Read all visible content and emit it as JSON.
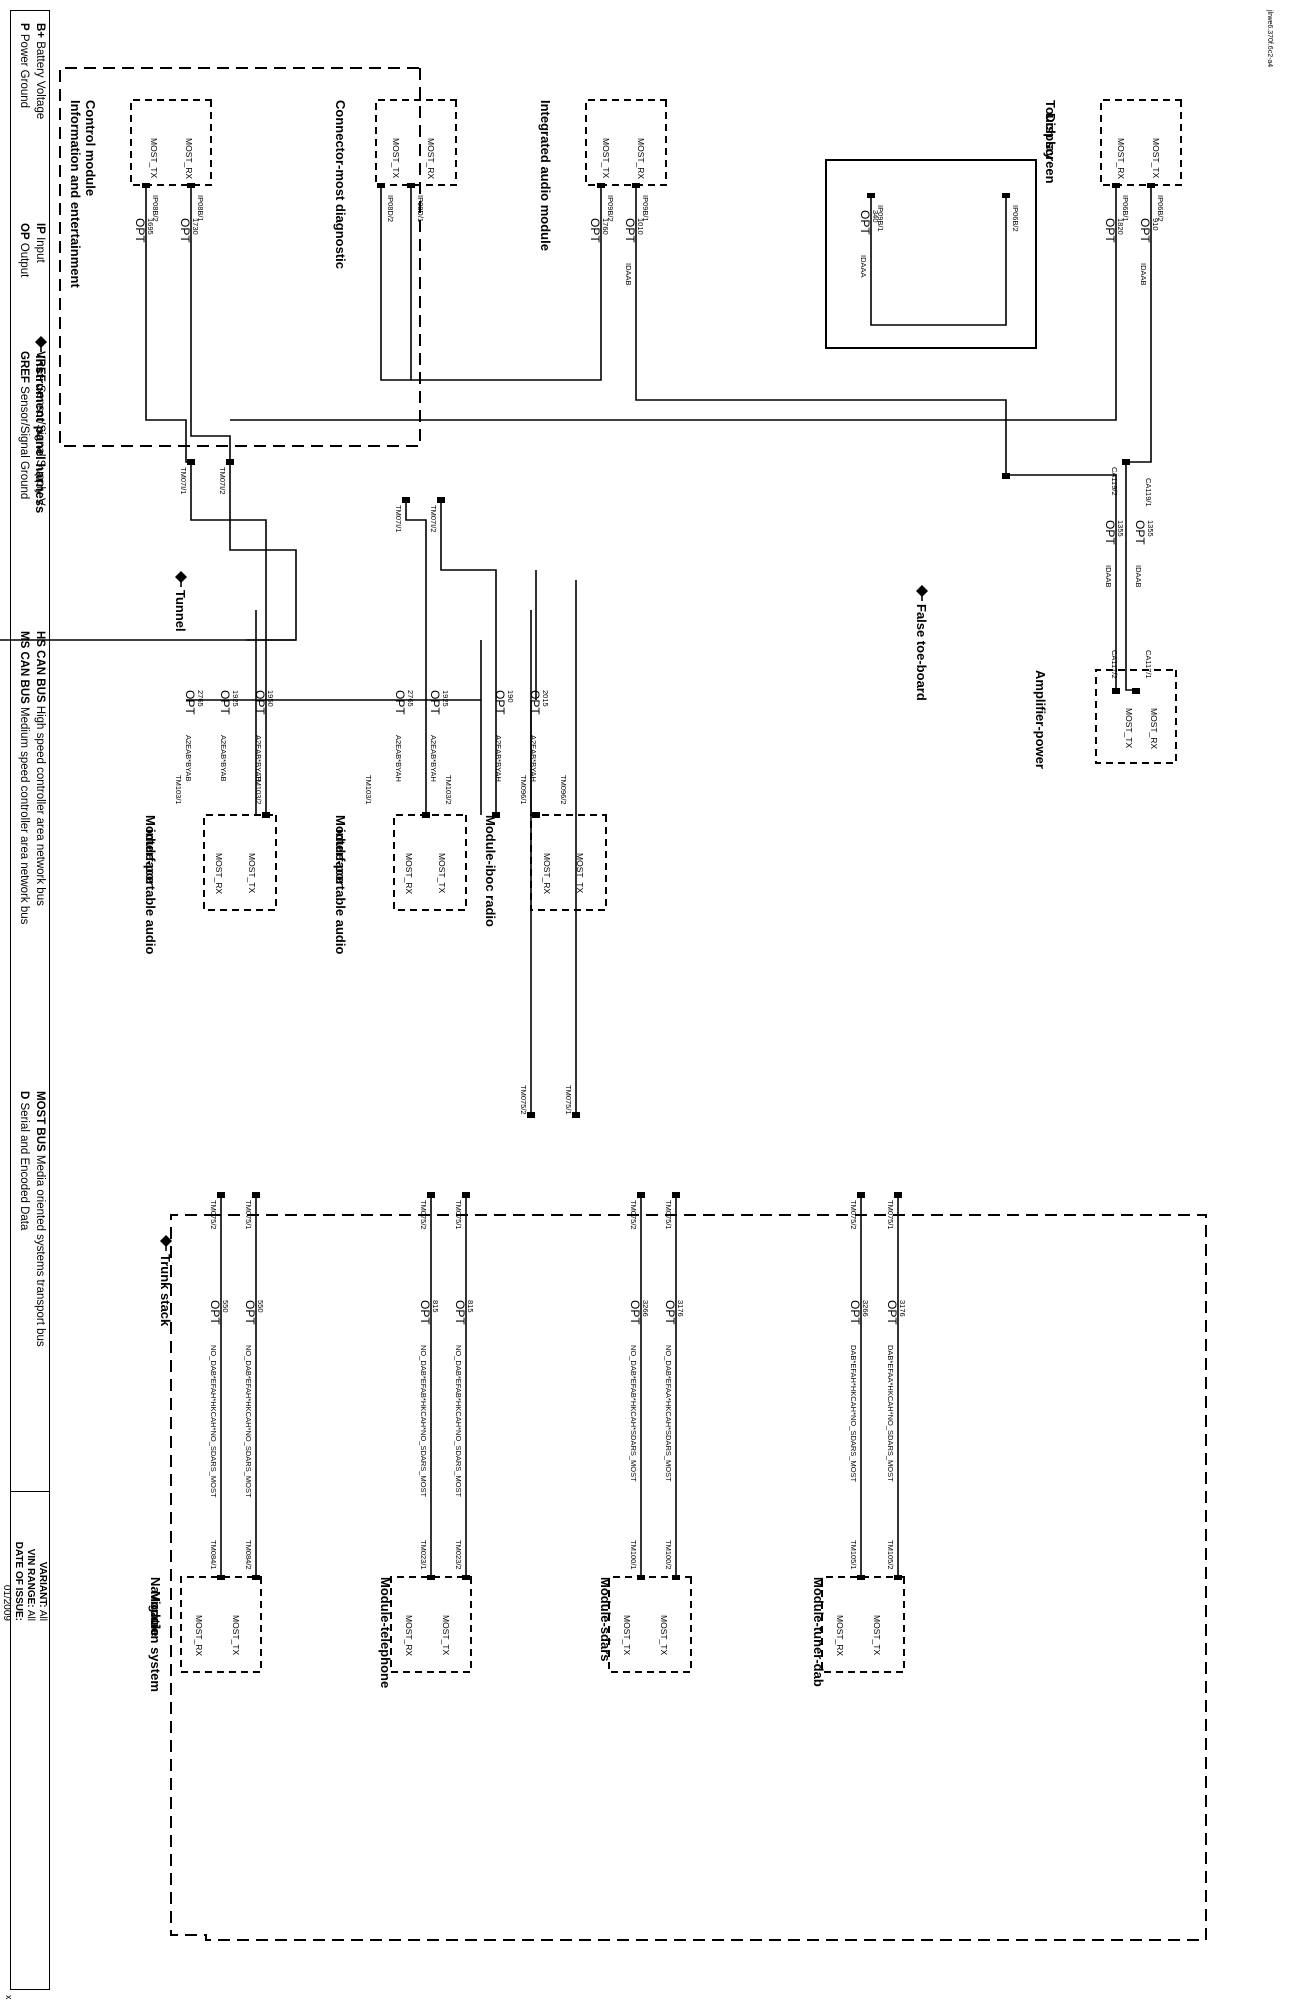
{
  "doc_id": "jlrwe6.370f.6c2-a4",
  "harnesses": {
    "instrument_panel": "Instrument panel harness",
    "tunnel": "Tunnel",
    "false_toe_board": "False toe-board",
    "trunk_stack": "Trunk stack"
  },
  "modules": [
    {
      "id": "icm",
      "name_lines": [
        "Information and entertainment",
        "Control module"
      ],
      "pins": [
        "MOST_TX",
        "MOST_RX"
      ]
    },
    {
      "id": "cmd",
      "name_lines": [
        "Connector-most diagnostic"
      ],
      "pins": [
        "MOST_TX",
        "MOST_RX"
      ]
    },
    {
      "id": "iam",
      "name_lines": [
        "Integrated audio module"
      ],
      "pins": [
        "MOST_TX",
        "MOST_RX"
      ]
    },
    {
      "id": "tsd",
      "name_lines": [
        "Touch screen",
        "Display"
      ],
      "pins": [
        "MOST_RX",
        "MOST_TX"
      ]
    },
    {
      "id": "amp",
      "name_lines": [
        "Amplifier-power"
      ],
      "pins": [
        "MOST_TX",
        "MOST_RX"
      ]
    },
    {
      "id": "pai1",
      "name_lines": [
        "Module-portable audio",
        "interface"
      ],
      "pins": [
        "MOST_RX",
        "MOST_TX"
      ]
    },
    {
      "id": "pai2",
      "name_lines": [
        "Module-portable audio",
        "interface"
      ],
      "pins": [
        "MOST_RX",
        "MOST_TX"
      ]
    },
    {
      "id": "ibr",
      "name_lines": [
        "Module-iboc radio"
      ],
      "pins": [
        "MOST_RX",
        "MOST_TX"
      ]
    },
    {
      "id": "nav",
      "name_lines": [
        "Navigation system",
        "Module"
      ],
      "pins": [
        "MOST_RX",
        "MOST_TX"
      ]
    },
    {
      "id": "tel",
      "name_lines": [
        "Module-telephone"
      ],
      "pins": [
        "MOST_RX",
        "MOST_TX"
      ]
    },
    {
      "id": "sdars",
      "name_lines": [
        "Module-sdars"
      ],
      "pins": [
        "MOST_TX",
        "MOST_TX"
      ]
    },
    {
      "id": "dab",
      "name_lines": [
        "Module-tuner-dab"
      ],
      "pins": [
        "MOST_RX",
        "MOST_TX"
      ]
    }
  ],
  "pin_connectors": {
    "icm": [
      "IP08B/2",
      "IP08B/1"
    ],
    "cmd": [
      "IP08D/2",
      "IP08D/1"
    ],
    "iam": [
      "IP09B/2",
      "IP09B/1"
    ],
    "tsd": [
      "IP06B/1",
      "IP06B/2"
    ],
    "loop": [
      "IP09B/1",
      "IP06B/2"
    ]
  },
  "inline_connectors": [
    "TM07I/1",
    "TM07I/2",
    "TM07I/1",
    "TM07I/2",
    "CA119/2",
    "CA119/1",
    "CA117/2",
    "CA117/1",
    "TM075/2",
    "TM075/1"
  ],
  "wires": [
    {
      "id": "w-icm-1",
      "type": "OPT",
      "circuit": "1695",
      "variant": ""
    },
    {
      "id": "w-icm-2",
      "type": "OPT",
      "circuit": "1730",
      "variant": ""
    },
    {
      "id": "w-iam-1",
      "type": "OPT",
      "circuit": "1760",
      "variant": ""
    },
    {
      "id": "w-iam-2",
      "type": "OPT",
      "circuit": "1010",
      "variant": "IDAAB"
    },
    {
      "id": "w-tsd-1",
      "type": "OPT",
      "circuit": "1820",
      "variant": ""
    },
    {
      "id": "w-tsd-2",
      "type": "OPT",
      "circuit": "910",
      "variant": "IDAAB"
    },
    {
      "id": "w-loop",
      "type": "OPT",
      "circuit": "340",
      "variant": "IDAAA"
    },
    {
      "id": "w-amp-1",
      "type": "OPT",
      "circuit": "1355",
      "variant": "IDAAB"
    },
    {
      "id": "w-amp-2",
      "type": "OPT",
      "circuit": "1355",
      "variant": "IDAAB"
    },
    {
      "id": "w-t1",
      "type": "OPT",
      "circuit": "2765",
      "variant": "A2EAB*BYAB"
    },
    {
      "id": "w-t2",
      "type": "OPT",
      "circuit": "1925",
      "variant": "A2EAB*BYAB"
    },
    {
      "id": "w-t3",
      "type": "OPT",
      "circuit": "1950",
      "variant": "A2EAB*BYAB"
    },
    {
      "id": "w-t4",
      "type": "OPT",
      "circuit": "2765",
      "variant": "A2EAB*BYAH"
    },
    {
      "id": "w-t5",
      "type": "OPT",
      "circuit": "1925",
      "variant": "A2EAB*BYAH"
    },
    {
      "id": "w-t6",
      "type": "OPT",
      "circuit": "190",
      "variant": "A2EAB*BYAH"
    },
    {
      "id": "w-t7",
      "type": "OPT",
      "circuit": "2015",
      "variant": "A2EAB*BYAH"
    },
    {
      "id": "w-s1",
      "type": "OPT",
      "circuit": "550",
      "variant": "NO_DAB*EFAH*HKCAH*NO_SDARS_MOST"
    },
    {
      "id": "w-s2",
      "type": "OPT",
      "circuit": "550",
      "variant": "NO_DAB*EFAH*HKCAH*NO_SDARS_MOST"
    },
    {
      "id": "w-s3",
      "type": "OPT",
      "circuit": "815",
      "variant": "NO_DAB*EFAB*HKCAH*NO_SDARS_MOST"
    },
    {
      "id": "w-s4",
      "type": "OPT",
      "circuit": "815",
      "variant": "NO_DAB*EFAB*HKCAH*NO_SDARS_MOST"
    },
    {
      "id": "w-s5",
      "type": "OPT",
      "circuit": "3266",
      "variant": "NO_DAB*EFAB*HKCAH*SDARS_MOST"
    },
    {
      "id": "w-s6",
      "type": "OPT",
      "circuit": "3176",
      "variant": "NO_DAB*EFAA*HKCAH*SDARS_MOST"
    },
    {
      "id": "w-s7",
      "type": "OPT",
      "circuit": "3266",
      "variant": "DAB*EFAH*HKCAH*NO_SDARS_MOST"
    },
    {
      "id": "w-s8",
      "type": "OPT",
      "circuit": "3176",
      "variant": "DAB*EFAA*HKCAH*NO_SDARS_MOST"
    }
  ],
  "tunnel_module_connectors": [
    "TM103/1",
    "TM103/2",
    "TM103/1",
    "TM103/2",
    "TM096/1",
    "TM096/2"
  ],
  "trunk_inline": [
    "TM075/2",
    "TM075/1",
    "TM075/2",
    "TM075/1",
    "TM075/2",
    "TM075/1",
    "TM075/2",
    "TM075/1"
  ],
  "trunk_module_connectors": [
    "TM084/1",
    "TM084/2",
    "TM023/1",
    "TM023/2",
    "TM100/1",
    "TM100/2",
    "TM105/1",
    "TM105/2"
  ],
  "legend": [
    {
      "code": "B+",
      "text": "Battery Voltage"
    },
    {
      "code": "P",
      "text": "Power Ground"
    },
    {
      "code": "IP",
      "text": "Input"
    },
    {
      "code": "OP",
      "text": "Output"
    },
    {
      "code": "VREF",
      "text": "Sensor/Signal Supply V"
    },
    {
      "code": "GREF",
      "text": "Sensor/Signal Ground"
    },
    {
      "code": "HS CAN BUS",
      "text": "High speed controller area network bus"
    },
    {
      "code": "MS CAN BUS",
      "text": "Medium speed controller area network bus"
    },
    {
      "code": "MOST BUS",
      "text": "Media oriented systems transport bus"
    },
    {
      "code": "D",
      "text": "Serial and Encoded Data"
    }
  ],
  "variant_block": {
    "variant_label": "VARIANT:",
    "variant_value": "All",
    "vin_label": "VIN RANGE:",
    "vin_value": "All",
    "date_label": "DATE OF ISSUE:",
    "date_value": "01/2009"
  },
  "corner_mark": "x"
}
